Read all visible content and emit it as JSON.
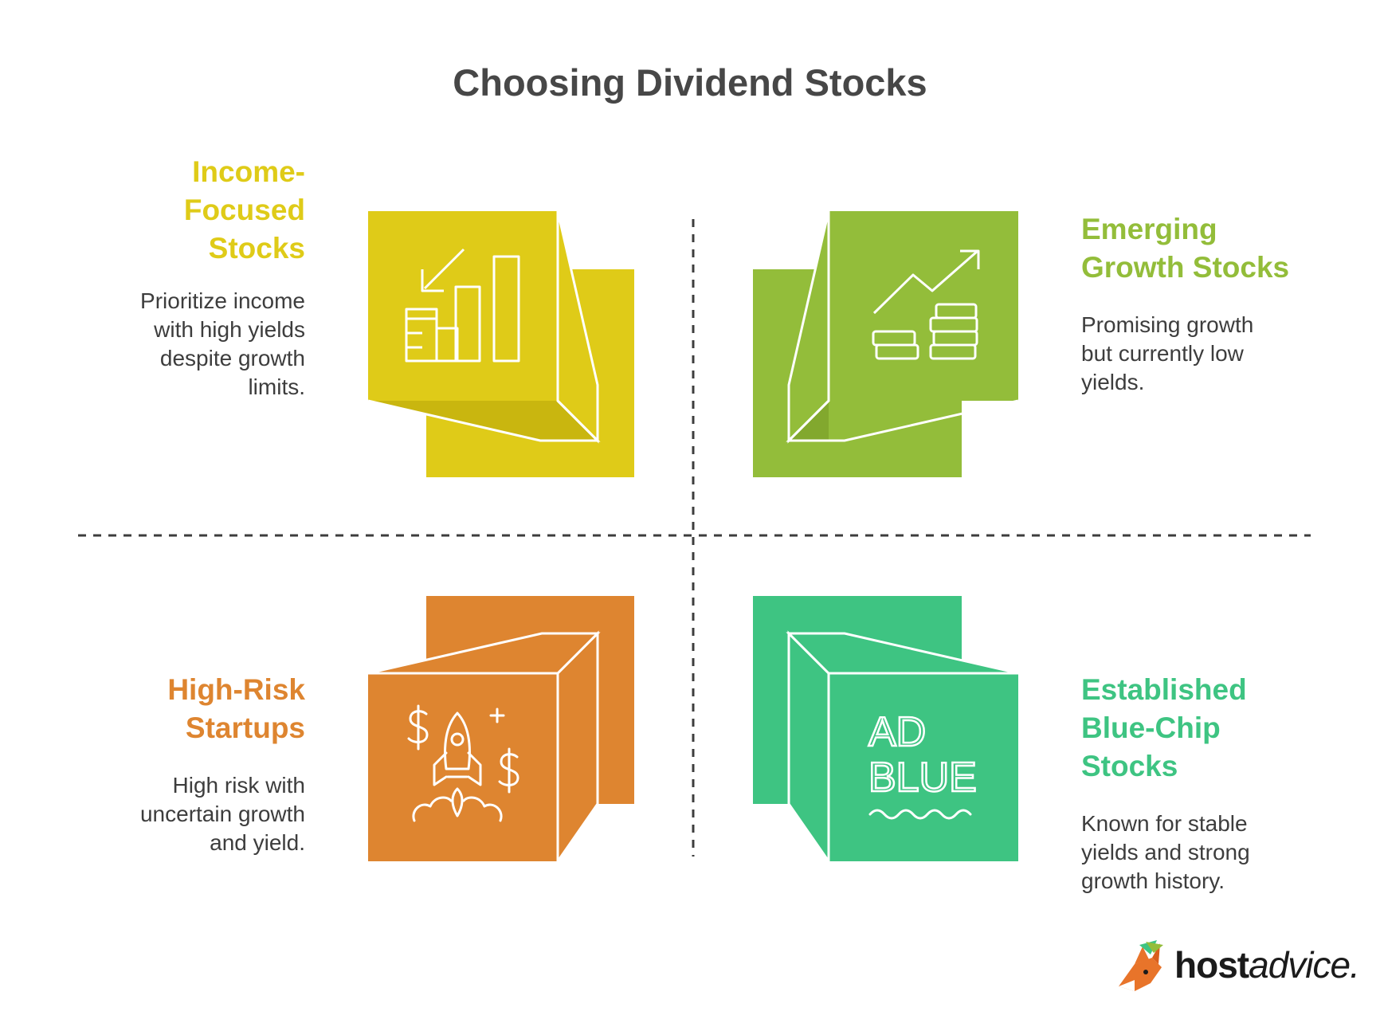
{
  "title": "Choosing Dividend Stocks",
  "colors": {
    "income": "#dfcb18",
    "emerging": "#93bd3a",
    "startups": "#de8530",
    "bluechip": "#3ec482",
    "text": "#3d3d3d",
    "divider": "#3d3d3d"
  },
  "quadrants": {
    "income": {
      "heading_lines": [
        "Income-",
        "Focused",
        "Stocks"
      ],
      "desc_lines": [
        "Prioritize income",
        "with high yields",
        "despite growth",
        "limits."
      ],
      "icon": "bar-chart-decline-icon"
    },
    "emerging": {
      "heading_lines": [
        "Emerging",
        "Growth Stocks"
      ],
      "desc_lines": [
        "Promising growth",
        "but currently low",
        "yields."
      ],
      "icon": "growth-coins-icon"
    },
    "startups": {
      "heading_lines": [
        "High-Risk",
        "Startups"
      ],
      "desc_lines": [
        "High risk with",
        "uncertain growth",
        "and yield."
      ],
      "icon": "rocket-dollar-icon"
    },
    "bluechip": {
      "heading_lines": [
        "Established",
        "Blue-Chip",
        "Stocks"
      ],
      "desc_lines": [
        "Known for stable",
        "yields and strong",
        "growth history."
      ],
      "icon": "ad-blue-icon",
      "icon_text": [
        "AD",
        "BLUE"
      ]
    }
  },
  "logo": {
    "bold": "host",
    "rest": "advice."
  }
}
